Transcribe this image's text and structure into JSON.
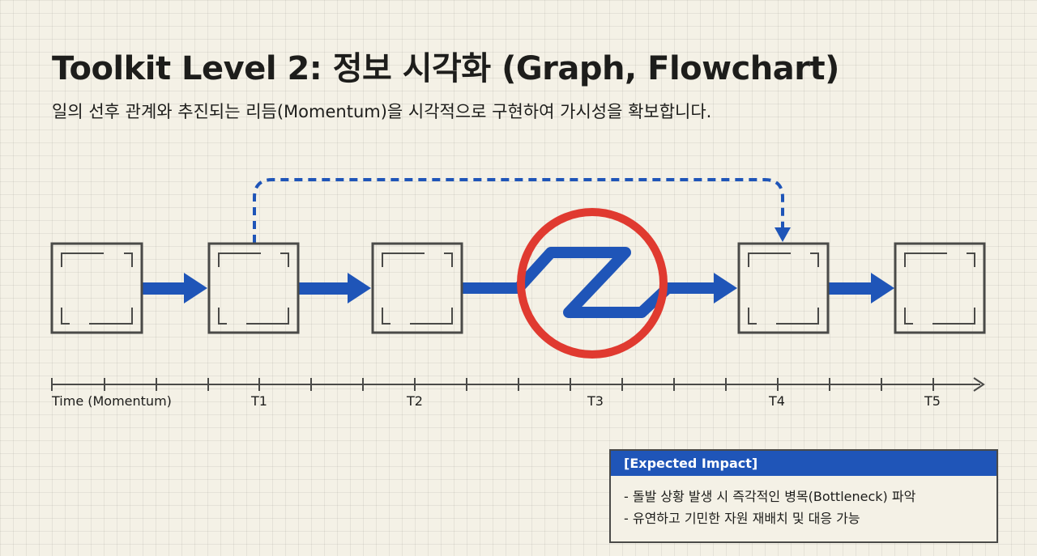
{
  "header": {
    "title": "Toolkit Level 2: 정보 시각화 (Graph, Flowchart)",
    "subtitle": "일의 선후 관계와 추진되는 리듬(Momentum)을 시각적으로 구현하여 가시성을 확보합니다."
  },
  "timeline": {
    "axis_label": "Time (Momentum)",
    "ticks": [
      "T1",
      "T2",
      "T3",
      "T4",
      "T5"
    ]
  },
  "flow": {
    "step_count": 6,
    "bottleneck_between": [
      "T2",
      "T4"
    ],
    "skip_link": {
      "from": "T1",
      "to": "T4"
    }
  },
  "impact": {
    "heading": "[Expected Impact]",
    "items": [
      "- 돌발 상황 발생 시 즉각적인 병목(Bottleneck) 파악",
      "- 유연하고 기민한 자원 재배치 및 대응 가능"
    ]
  },
  "colors": {
    "flow_blue": "#1f55b8",
    "bottleneck_red": "#e03a30",
    "box_stroke": "#4a4a48",
    "background": "#f4f1e6"
  }
}
